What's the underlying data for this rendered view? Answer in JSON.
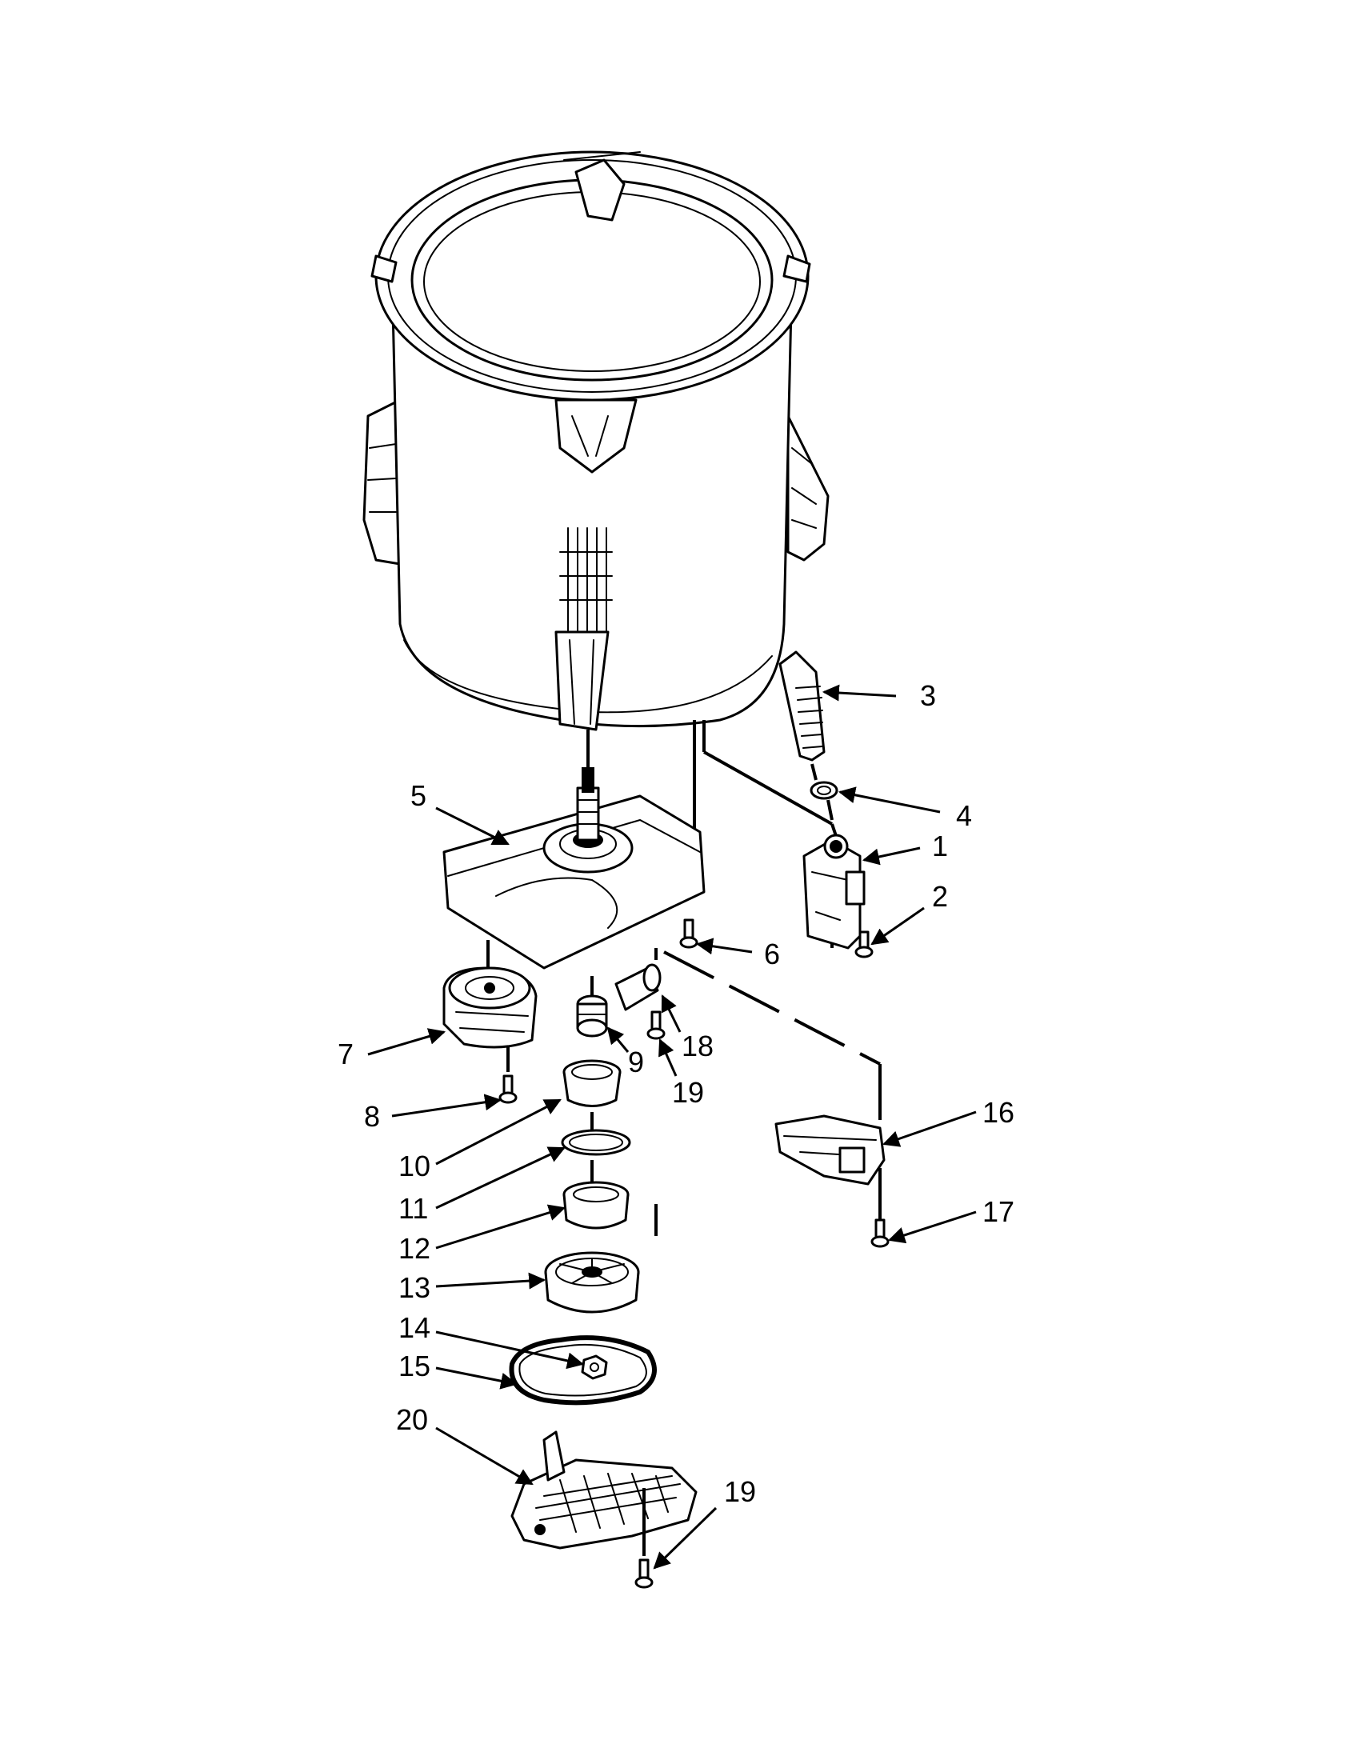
{
  "callouts": [
    {
      "id": "3",
      "text": "3"
    },
    {
      "id": "4",
      "text": "4"
    },
    {
      "id": "1",
      "text": "1"
    },
    {
      "id": "2",
      "text": "2"
    },
    {
      "id": "5",
      "text": "5"
    },
    {
      "id": "6",
      "text": "6"
    },
    {
      "id": "7",
      "text": "7"
    },
    {
      "id": "8",
      "text": "8"
    },
    {
      "id": "9",
      "text": "9"
    },
    {
      "id": "18",
      "text": "18"
    },
    {
      "id": "19a",
      "text": "19"
    },
    {
      "id": "10",
      "text": "10"
    },
    {
      "id": "11",
      "text": "11"
    },
    {
      "id": "12",
      "text": "12"
    },
    {
      "id": "13",
      "text": "13"
    },
    {
      "id": "14",
      "text": "14"
    },
    {
      "id": "15",
      "text": "15"
    },
    {
      "id": "16",
      "text": "16"
    },
    {
      "id": "17",
      "text": "17"
    },
    {
      "id": "20",
      "text": "20"
    },
    {
      "id": "19b",
      "text": "19"
    }
  ],
  "colors": {
    "line": "#000000",
    "background": "#ffffff"
  }
}
